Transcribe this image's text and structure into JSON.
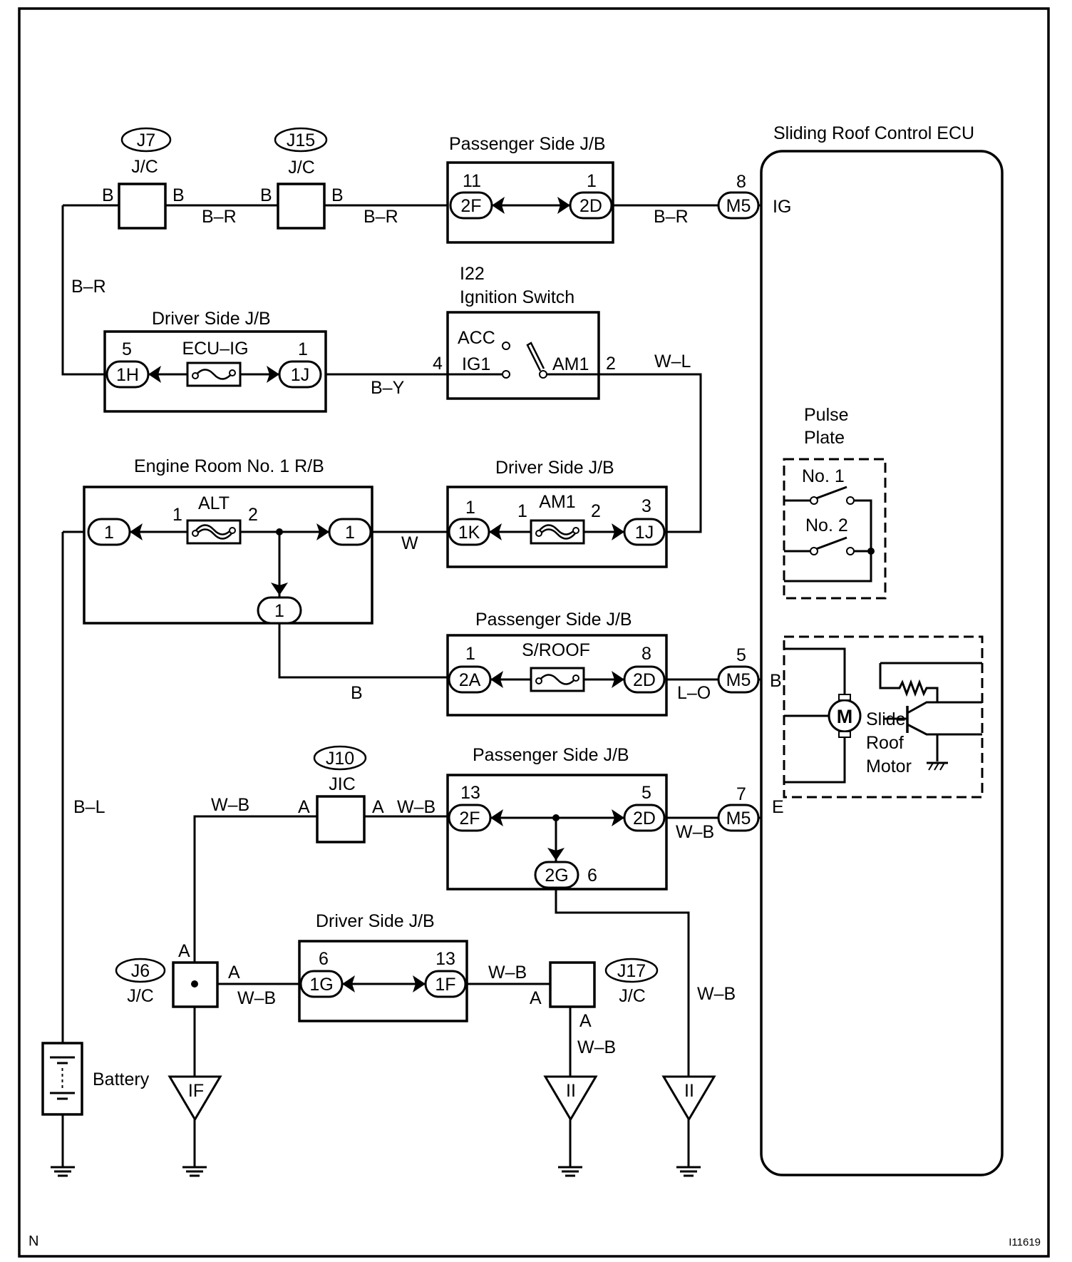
{
  "ecu": {
    "title": "Sliding Roof Control ECU",
    "pin_ig": "IG",
    "pin_b": "B",
    "pin_e": "E"
  },
  "pulse_plate": {
    "title_line1": "Pulse",
    "title_line2": "Plate",
    "no1": "No. 1",
    "no2": "No. 2"
  },
  "motor": {
    "symbol": "M",
    "line1": "Slide",
    "line2": "Roof",
    "line3": "Motor"
  },
  "junctions": {
    "j7": {
      "id": "J7",
      "type": "J/C",
      "left": "B",
      "right": "B"
    },
    "j15": {
      "id": "J15",
      "type": "J/C",
      "left": "B",
      "right": "B"
    },
    "j10": {
      "id": "J10",
      "type": "JIC",
      "left": "A",
      "right": "A"
    },
    "j6": {
      "id": "J6",
      "type": "J/C",
      "top": "A",
      "right": "A"
    },
    "j17": {
      "id": "J17",
      "type": "J/C",
      "left": "A",
      "bottom": "A"
    }
  },
  "boxes": {
    "psjb_top": {
      "title": "Passenger Side J/B",
      "pin_l": "11",
      "conn_l": "2F",
      "pin_r": "1",
      "conn_r": "2D"
    },
    "dsjb_ecuig": {
      "title": "Driver Side J/B",
      "fuse": "ECU–IG",
      "pin_l": "5",
      "conn_l": "1H",
      "pin_r": "1",
      "conn_r": "1J"
    },
    "ignition": {
      "code": "I22",
      "title": "Ignition Switch",
      "acc": "ACC",
      "ig1": "IG1",
      "am1": "AM1",
      "pin_l": "4",
      "pin_r": "2"
    },
    "engine_rb": {
      "title": "Engine Room No. 1 R/B",
      "fuse": "ALT",
      "conn_l": "1",
      "conn_r": "1",
      "conn_b": "1",
      "fuse_pin_l": "1",
      "fuse_pin_r": "2"
    },
    "dsjb_am1": {
      "title": "Driver Side J/B",
      "fuse": "AM1",
      "pin_l": "1",
      "conn_l": "1K",
      "fuse_pin_l": "1",
      "fuse_pin_r": "2",
      "pin_r": "3",
      "conn_r": "1J"
    },
    "psjb_sroof": {
      "title": "Passenger Side J/B",
      "fuse": "S/ROOF",
      "pin_l": "1",
      "conn_l": "2A",
      "pin_r": "8",
      "conn_r": "2D"
    },
    "psjb_ground": {
      "title": "Passenger Side J/B",
      "pin_l": "13",
      "conn_l": "2F",
      "pin_r": "5",
      "conn_r": "2D",
      "conn_b": "2G",
      "pin_b": "6"
    },
    "dsjb_ground": {
      "title": "Driver Side J/B",
      "pin_l": "6",
      "conn_l": "1G",
      "pin_r": "13",
      "conn_r": "1F"
    }
  },
  "m5": {
    "id": "M5",
    "pin_ig": "8",
    "pin_b": "5",
    "pin_e": "7"
  },
  "battery": {
    "label": "Battery"
  },
  "grounds": {
    "if": "IF",
    "ii_a": "II",
    "ii_b": "II"
  },
  "wires": {
    "br_1": "B–R",
    "br_2": "B–R",
    "br_3": "B–R",
    "br_left": "B–R",
    "by": "B–Y",
    "wl": "W–L",
    "w": "W",
    "b": "B",
    "lo": "L–O",
    "bl": "B–L",
    "wb_top": "W–B",
    "wb_mid": "W–B",
    "wb_m5": "W–B",
    "wb_j6": "W–B",
    "wb_j17": "W–B",
    "wb_vert": "W–B",
    "wb_2g": "W–B"
  },
  "footer": {
    "corner": "N",
    "figure_id": "I11619"
  }
}
